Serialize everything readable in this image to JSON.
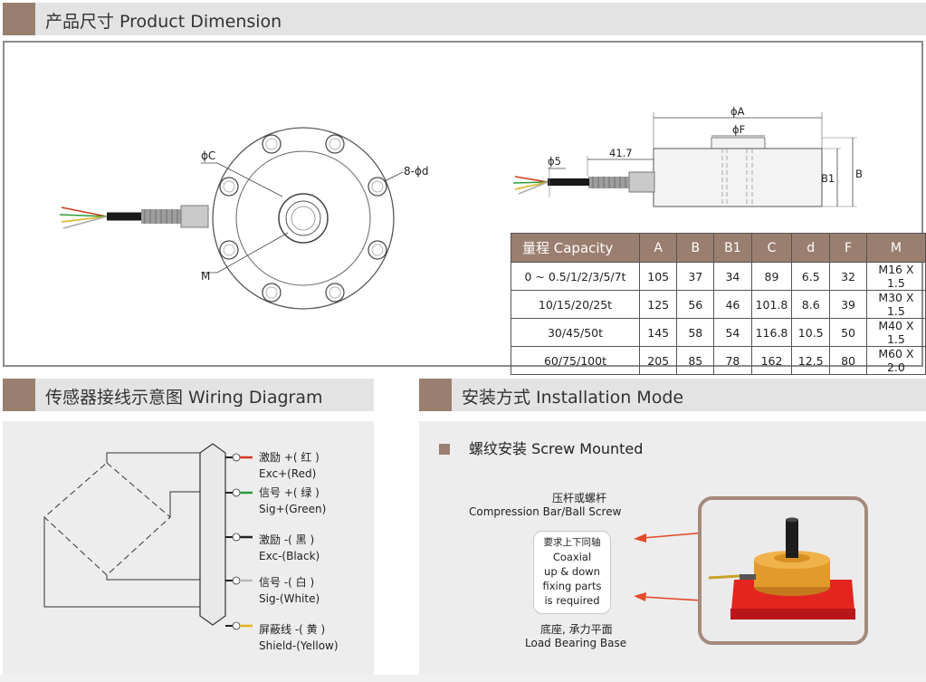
{
  "sections": {
    "dimension": "产品尺寸 Product Dimension",
    "wiring": "传感器接线示意图 Wiring Diagram",
    "installation": "安装方式 Installation Mode"
  },
  "front_labels": {
    "phi_c": "ϕC",
    "holes": "8-ϕd",
    "m": "M"
  },
  "side_labels": {
    "phi_a": "ϕA",
    "phi_f": "ϕF",
    "phi_5": "ϕ5",
    "len": "41.7",
    "b1": "B1",
    "b": "B"
  },
  "table": {
    "headers": [
      "量程 Capacity",
      "A",
      "B",
      "B1",
      "C",
      "d",
      "F",
      "M"
    ],
    "rows": [
      [
        "0 ~ 0.5/1/2/3/5/7t",
        "105",
        "37",
        "34",
        "89",
        "6.5",
        "32",
        "M16 X 1.5"
      ],
      [
        "10/15/20/25t",
        "125",
        "56",
        "46",
        "101.8",
        "8.6",
        "39",
        "M30 X 1.5"
      ],
      [
        "30/45/50t",
        "145",
        "58",
        "54",
        "116.8",
        "10.5",
        "50",
        "M40 X 1.5"
      ],
      [
        "60/75/100t",
        "205",
        "85",
        "78",
        "162",
        "12.5",
        "80",
        "M60 X 2.0"
      ]
    ]
  },
  "wires": [
    {
      "cn": "激励 +( 红 )",
      "en": "Exc+(Red)",
      "color": "#d23a1e"
    },
    {
      "cn": "信号 +( 绿 )",
      "en": "Sig+(Green)",
      "color": "#2f9a3a"
    },
    {
      "cn": "激励 -( 黑 )",
      "en": "Exc-(Black)",
      "color": "#222222"
    },
    {
      "cn": "信号 -( 白 )",
      "en": "Sig-(White)",
      "color": "#dddddd"
    },
    {
      "cn": "屏蔽线 -( 黄 )",
      "en": "Shield-(Yellow)",
      "color": "#e0b11c"
    }
  ],
  "install": {
    "subtitle": "螺纹安装 Screw Mounted",
    "bar_cn": "压杆或螺杆",
    "bar_en": "Compression Bar/Ball Screw",
    "coax_cn": "要求上下同轴",
    "coax_en": [
      "Coaxial",
      "up & down",
      "fixing parts",
      "is required"
    ],
    "base_cn": "底座, 承力平面",
    "base_en": "Load Bearing Base"
  },
  "colors": {
    "accent": "#9a7e6f",
    "bar_bg": "#e3e3e3",
    "arrow": "#e24b2b"
  }
}
